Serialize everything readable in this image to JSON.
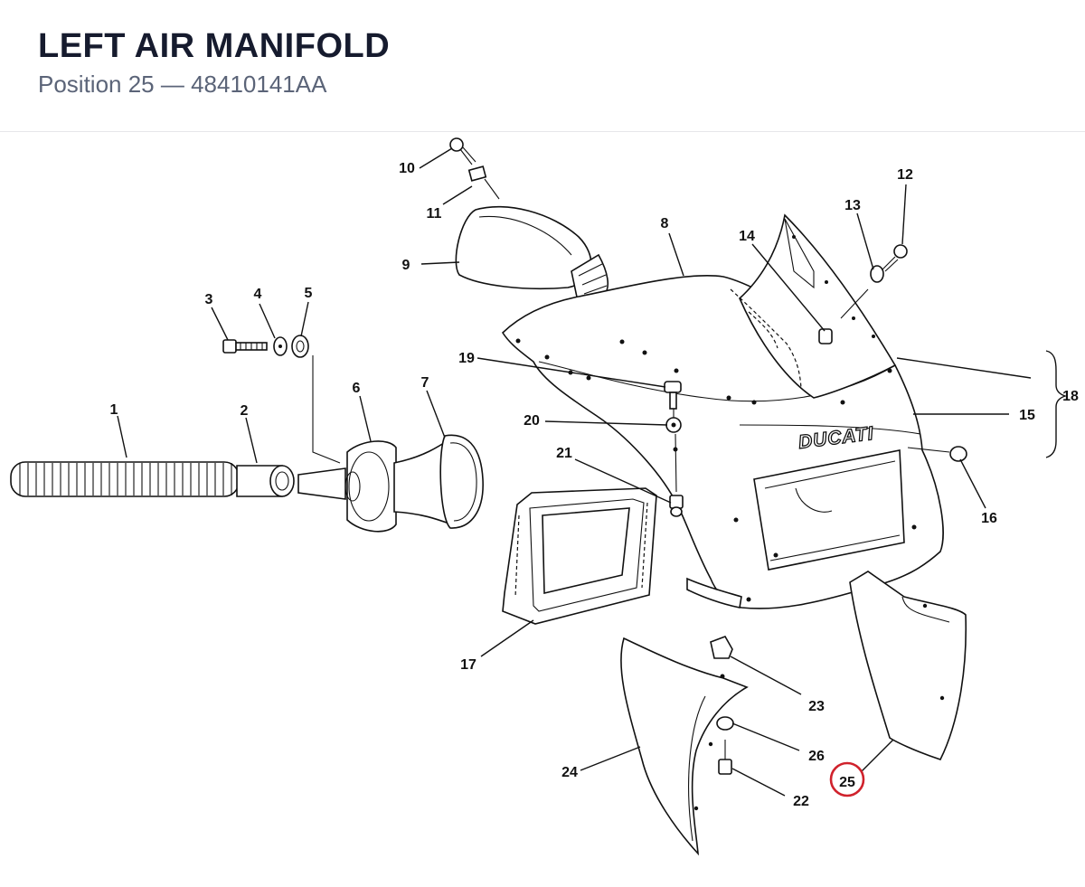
{
  "header": {
    "title": "LEFT AIR MANIFOLD",
    "subtitle": "Position 25 — 48410141AA"
  },
  "diagram": {
    "brand_text": "DUCATI",
    "highlighted_callout": "25",
    "highlight_color": "#d0222c",
    "callouts": [
      "1",
      "2",
      "3",
      "4",
      "5",
      "6",
      "7",
      "8",
      "9",
      "10",
      "11",
      "12",
      "13",
      "14",
      "15",
      "16",
      "17",
      "18",
      "19",
      "20",
      "21",
      "22",
      "23",
      "24",
      "25",
      "26"
    ]
  }
}
